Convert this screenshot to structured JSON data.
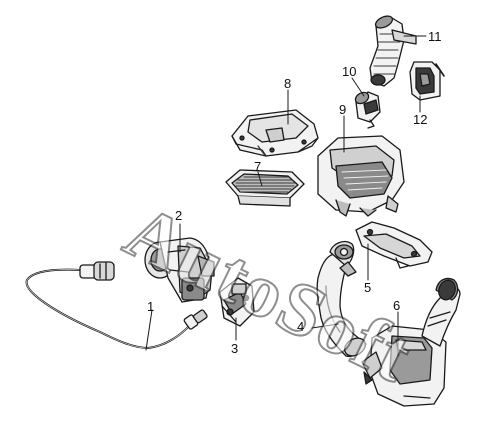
{
  "watermark": "AutoSoft",
  "callouts": {
    "c1": "1",
    "c2": "2",
    "c3": "3",
    "c4": "4",
    "c5": "5",
    "c6": "6",
    "c7": "7",
    "c8": "8",
    "c9": "9",
    "c10": "10",
    "c11": "11",
    "c12": "12"
  },
  "colors": {
    "line": "#1a1a1a",
    "fill": "#f2f2f2",
    "shade": "#9a9a9a",
    "dark": "#3a3a3a"
  }
}
